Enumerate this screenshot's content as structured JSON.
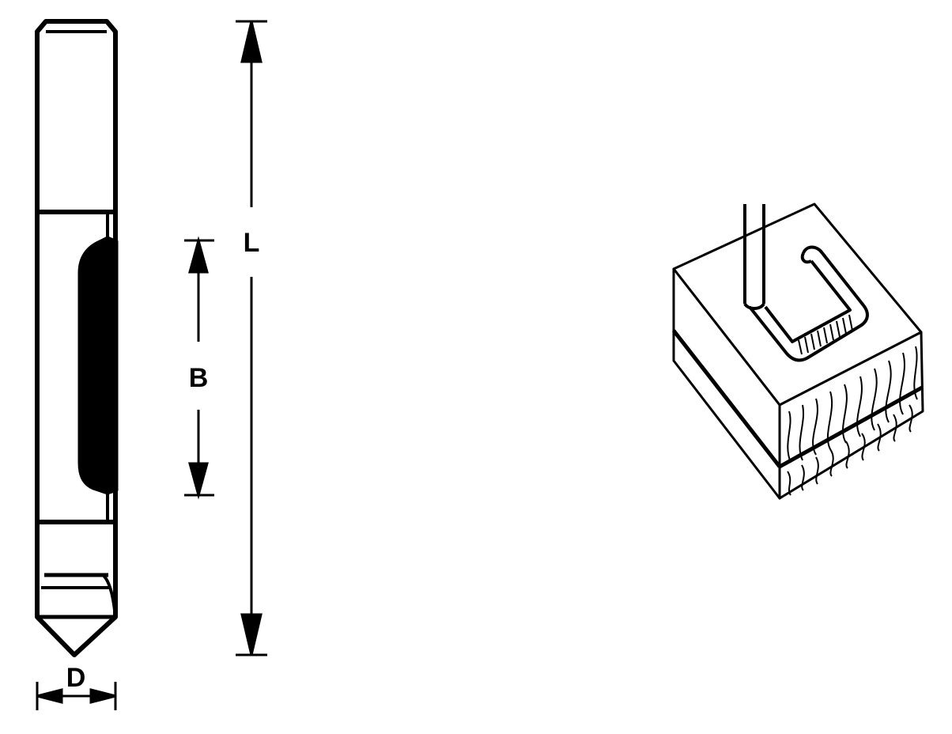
{
  "labels": {
    "length": "L",
    "blade": "B",
    "diameter": "D"
  },
  "colors": {
    "ink": "#000000",
    "paper": "#ffffff"
  }
}
